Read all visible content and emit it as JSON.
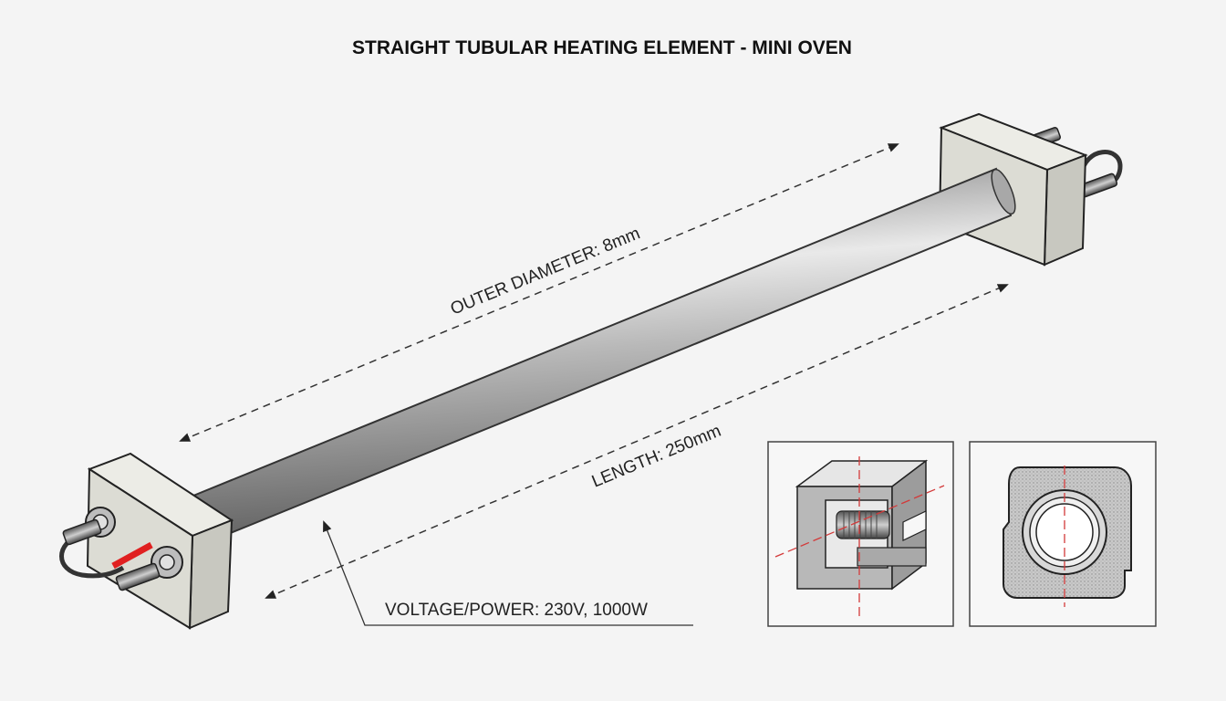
{
  "title": "STRAIGHT TUBULAR HEATING ELEMENT - MINI OVEN",
  "labels": {
    "outer_diameter": "OUTER DIAMETER: 8mm",
    "length": "LENGTH: 250mm",
    "voltage_power": "VOLTAGE/POWER: 230V, 1000W"
  },
  "colors": {
    "background": "#f4f4f4",
    "tube": "#9a9a9a",
    "block": "#d9d9d2",
    "outline": "#222222",
    "centerline": "#d33a3a",
    "lead_wire": "#e02020"
  }
}
